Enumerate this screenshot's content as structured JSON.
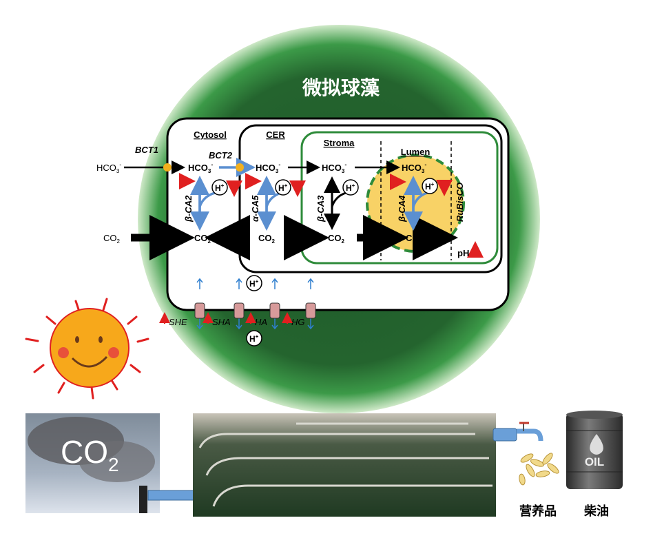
{
  "title": "微拟球藻",
  "compartments": {
    "cytosol": "Cytosol",
    "cer": "CER",
    "stroma": "Stroma",
    "lumen": "Lumen"
  },
  "transporters": {
    "bct1": "BCT1",
    "bct2": "BCT2"
  },
  "species": {
    "hco3": "HCO",
    "hco3_sub": "3",
    "hco3_sup": "-",
    "co2": "CO",
    "co2_sub": "2",
    "hplus": "H",
    "hplus_sup": "+"
  },
  "enzymes": {
    "ca2": "β-CA2",
    "ca5": "α-CA5",
    "ca3": "β-CA3",
    "ca4": "β-CA4",
    "rubisco": "RuBisCO"
  },
  "ph_label": "pH",
  "channels": [
    "SHE",
    "SHA",
    "HA",
    "HG"
  ],
  "bottom": {
    "co2_label": "CO",
    "co2_sub": "2",
    "products": [
      "营养品",
      "柴油"
    ],
    "oil_label": "OIL"
  },
  "colors": {
    "cell_green": "#2e8b3a",
    "lumen_fill": "#f8d266",
    "blue_arrow": "#5b8fd0",
    "red_arrow": "#e02020",
    "sun": "#f7a81b"
  }
}
